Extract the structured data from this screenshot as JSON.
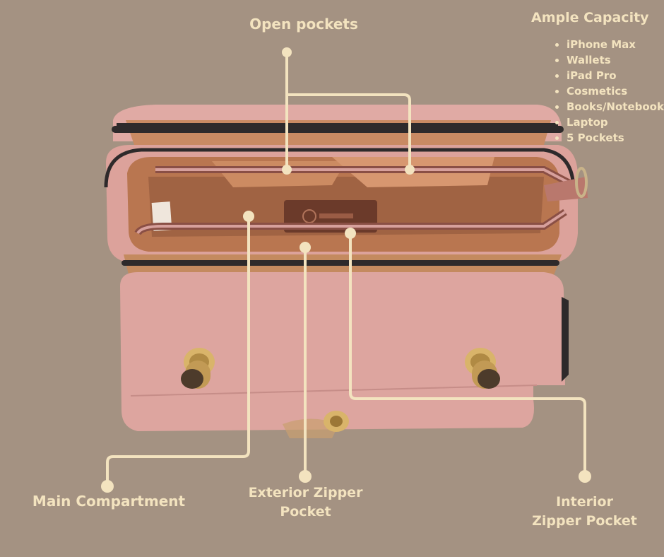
{
  "colors": {
    "background": "#a49282",
    "callout": "#f3e3bf",
    "bag_pink": "#dca29b",
    "bag_lining": "#c9875e",
    "trim": "#2e2a2b",
    "hardware_gold": "#d9b46a"
  },
  "callouts": {
    "open_pockets": "Open pockets",
    "main_compartment": "Main Compartment",
    "exterior_zipper_pocket": "Exterior Zipper Pocket",
    "interior_zipper_pocket": "Interior Zipper Pocket"
  },
  "capacity": {
    "title": "Ample Capacity",
    "items": [
      "iPhone Max",
      "Wallets",
      "iPad Pro",
      "Cosmetics",
      "Books/Notebook",
      "Laptop",
      "5 Pockets"
    ]
  }
}
